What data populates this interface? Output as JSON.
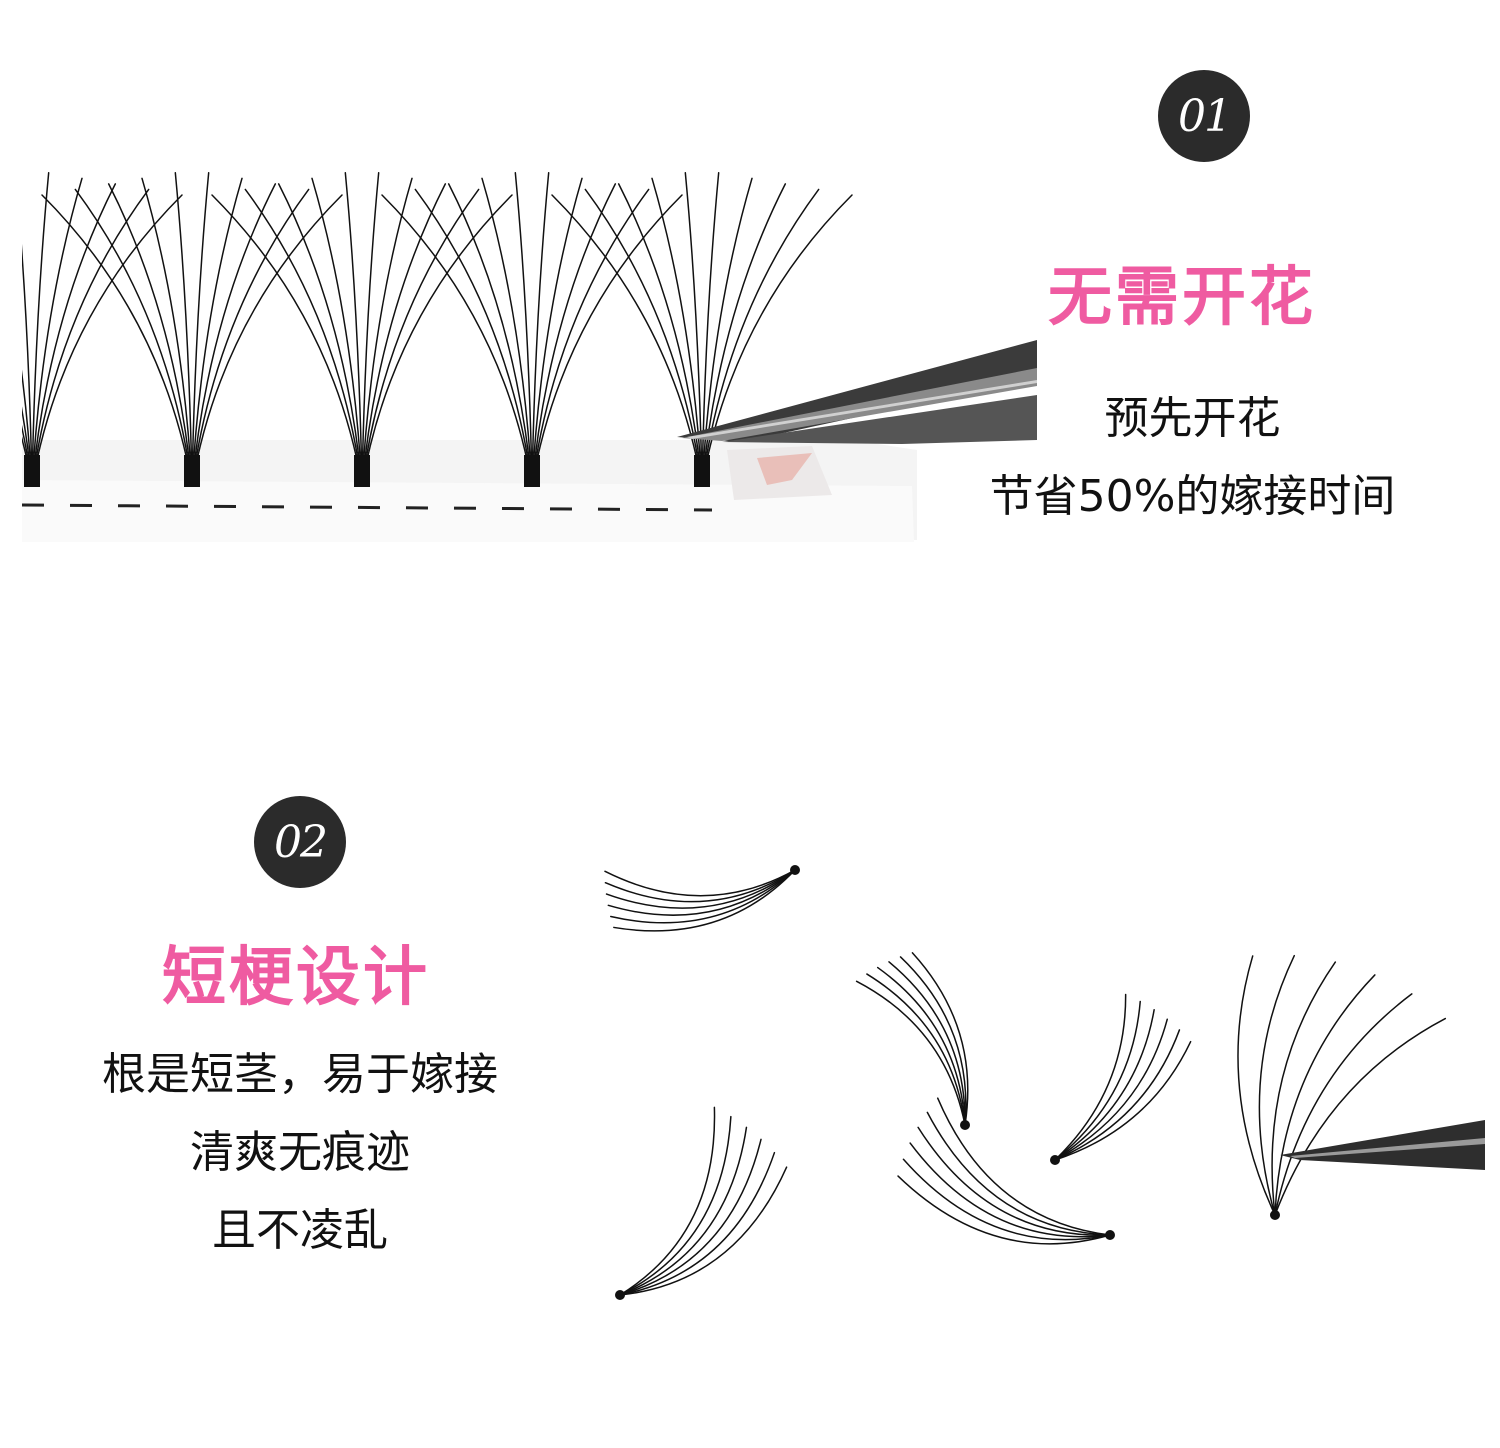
{
  "feature1": {
    "number": "01",
    "title": "无需开花",
    "lines": [
      "预先开花",
      "节省50%的嫁接时间"
    ]
  },
  "feature2": {
    "number": "02",
    "title": "短梗设计",
    "lines": [
      "根是短茎，易于嫁接",
      "清爽无痕迹",
      "且不凌乱"
    ]
  },
  "colors": {
    "accent": "#ef5ba1",
    "badge": "#2b2b2b",
    "text": "#111111",
    "background": "#ffffff"
  },
  "images": {
    "photo1": "lash-fans-on-strip-with-tweezers",
    "photo2": "scattered-lash-fans-with-tweezers"
  }
}
